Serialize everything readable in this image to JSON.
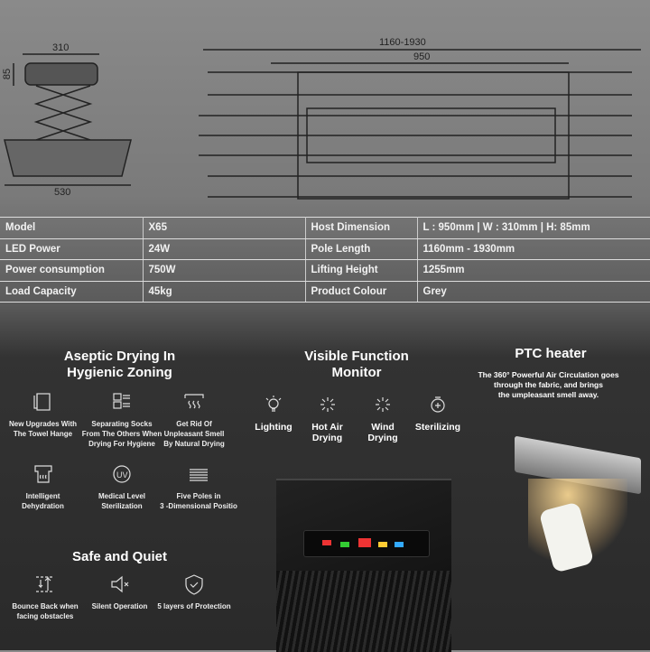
{
  "diagram": {
    "width_side": "310",
    "height_side": "85",
    "base_width": "530",
    "pole_length": "1160-1930",
    "host_length": "950"
  },
  "specs": [
    {
      "label1": "Model",
      "value1": "X65",
      "label2": "Host Dimension",
      "value2": "L : 950mm | W : 310mm | H: 85mm"
    },
    {
      "label1": "LED Power",
      "value1": "24W",
      "label2": "Pole Length",
      "value2": "1160mm - 1930mm"
    },
    {
      "label1": "Power consumption",
      "value1": "750W",
      "label2": "Lifting Height",
      "value2": "1255mm"
    },
    {
      "label1": "Load Capacity",
      "value1": "45kg",
      "label2": "Product Colour",
      "value2": "Grey"
    }
  ],
  "aseptic": {
    "title1": "Aseptic Drying In",
    "title2": "Hygienic Zoning",
    "items": [
      {
        "icon": "towel-icon",
        "l1": "New Upgrades With",
        "l2": "The Towel Hange",
        "l3": ""
      },
      {
        "icon": "separate-icon",
        "l1": "Separating Socks",
        "l2": "From The Others When",
        "l3": "Drying For Hygiene"
      },
      {
        "icon": "heat-icon",
        "l1": "Get Rid Of",
        "l2": "Unpleasant Smell",
        "l3": "By Natural Drying"
      },
      {
        "icon": "shirt-icon",
        "l1": "Intelligent",
        "l2": "Dehydration"
      },
      {
        "icon": "uv-icon",
        "l1": "Medical Level",
        "l2": "Sterilization"
      },
      {
        "icon": "poles-icon",
        "l1": "Five Poles in",
        "l2": "3 -Dimensional Positio"
      }
    ]
  },
  "safe": {
    "title": "Safe and Quiet",
    "items": [
      {
        "icon": "bounce-icon",
        "l1": "Bounce Back when",
        "l2": "facing obstacles"
      },
      {
        "icon": "mute-icon",
        "l1": "Silent Operation",
        "l2": ""
      },
      {
        "icon": "shield-icon",
        "l1": "5 layers of Protection",
        "l2": ""
      }
    ]
  },
  "monitor": {
    "title1": "Visible Function",
    "title2": "Monitor",
    "items": [
      {
        "icon": "light-icon",
        "l1": "Lighting",
        "l2": ""
      },
      {
        "icon": "fan-icon",
        "l1": "Hot Air",
        "l2": "Drying"
      },
      {
        "icon": "fan-icon",
        "l1": "Wind",
        "l2": "Drying"
      },
      {
        "icon": "sterilize-icon",
        "l1": "Sterilizing",
        "l2": ""
      }
    ]
  },
  "ptc": {
    "title": "PTC heater",
    "l1": "The 360°  Powerful Air Circulation goes",
    "l2": "through the fabric, and brings",
    "l3": "the umpleasant smell away."
  }
}
